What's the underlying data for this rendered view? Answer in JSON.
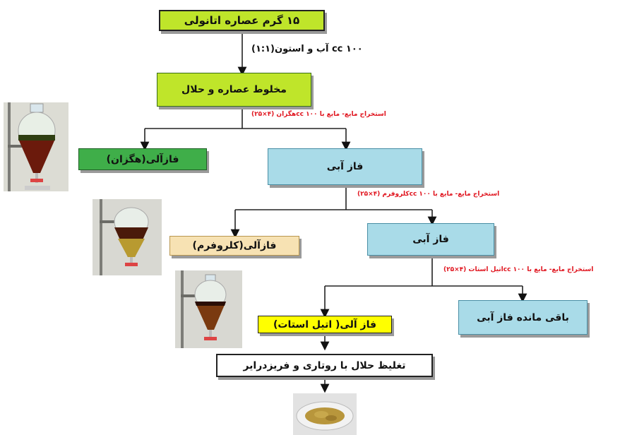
{
  "colors": {
    "lime": "#bfe52a",
    "green": "#3fae49",
    "lightblue": "#a9dbe8",
    "tan": "#f7e2b3",
    "yellow": "#ffff00",
    "white": "#ffffff",
    "red_note": "#e0141e"
  },
  "nodes": {
    "start": "۱۵ گرم عصاره اتانولی",
    "step1_label": "۱۰۰ cc آب و استون(۱:۱)",
    "mixture": "مخلوط عصاره و حلال",
    "extract1_note": "استخراج مایع- مایع با cc ۱۰۰هگزان (۴×۲۵)",
    "organic_hexane": "فازآلی(هگزان)",
    "aqueous1": "فاز آبی",
    "extract2_note": "استخراج مایع- مایع با cc ۱۰۰کلروفرم (۴×۲۵)",
    "organic_chloroform": "فازآلی(کلروفرم)",
    "aqueous2": "فاز آبی",
    "extract3_note": "استخراج مایع- مایع با cc ۱۰۰اتیل استات (۴×۲۵)",
    "organic_ethylacetate": "فاز آلی( اتیل استات)",
    "remaining_aqueous": "باقی مانده فاز آبی",
    "concentrate": "تغلیظ حلال  با روتاری و فریزدرایر"
  }
}
